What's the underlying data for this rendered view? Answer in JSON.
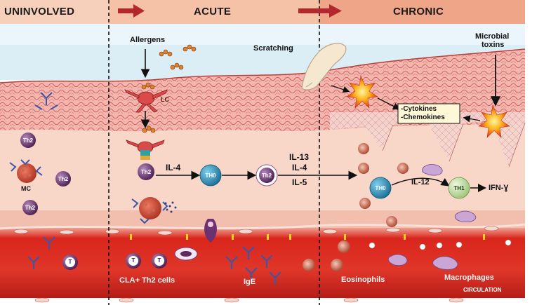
{
  "headers": {
    "uninvolved": "UNINVOLVED",
    "acute": "ACUTE",
    "chronic": "CHRONIC"
  },
  "labels": {
    "allergens": "Allergens",
    "scratching": "Scratching",
    "microbial_toxins_1": "Microbial",
    "microbial_toxins_2": "toxins",
    "lc": "LC",
    "cytokines": "-Cytokines",
    "chemokines": "-Chemokines",
    "mc": "MC",
    "th2": "Th2",
    "il4_a": "IL-4",
    "th0_a": "TH0",
    "il13": "IL-13",
    "il4_b": "IL-4",
    "il5": "IL-5",
    "th0_b": "TH0",
    "il12": "IL-12",
    "th1": "TH1",
    "ifn": "IFN-Ɣ",
    "t": "T",
    "cla_th2": "CLA+ Th2 cells",
    "ige": "IgE",
    "eosinophils": "Eosinophils",
    "macrophages": "Macrophages",
    "circulation": "CIRCULATION"
  },
  "colors": {
    "header_bar": "#f4b99b",
    "header_chronic": "#ee9f7f",
    "sky": "#d7ecf5",
    "epidermis": "#f3b3ae",
    "dermis": "#f7cfc0",
    "vessel": "#d9261c",
    "arrow_red": "#b3272d",
    "th0": "#2a8fb5",
    "th1": "#c8e3a6",
    "th2": "#5a2a5e"
  }
}
